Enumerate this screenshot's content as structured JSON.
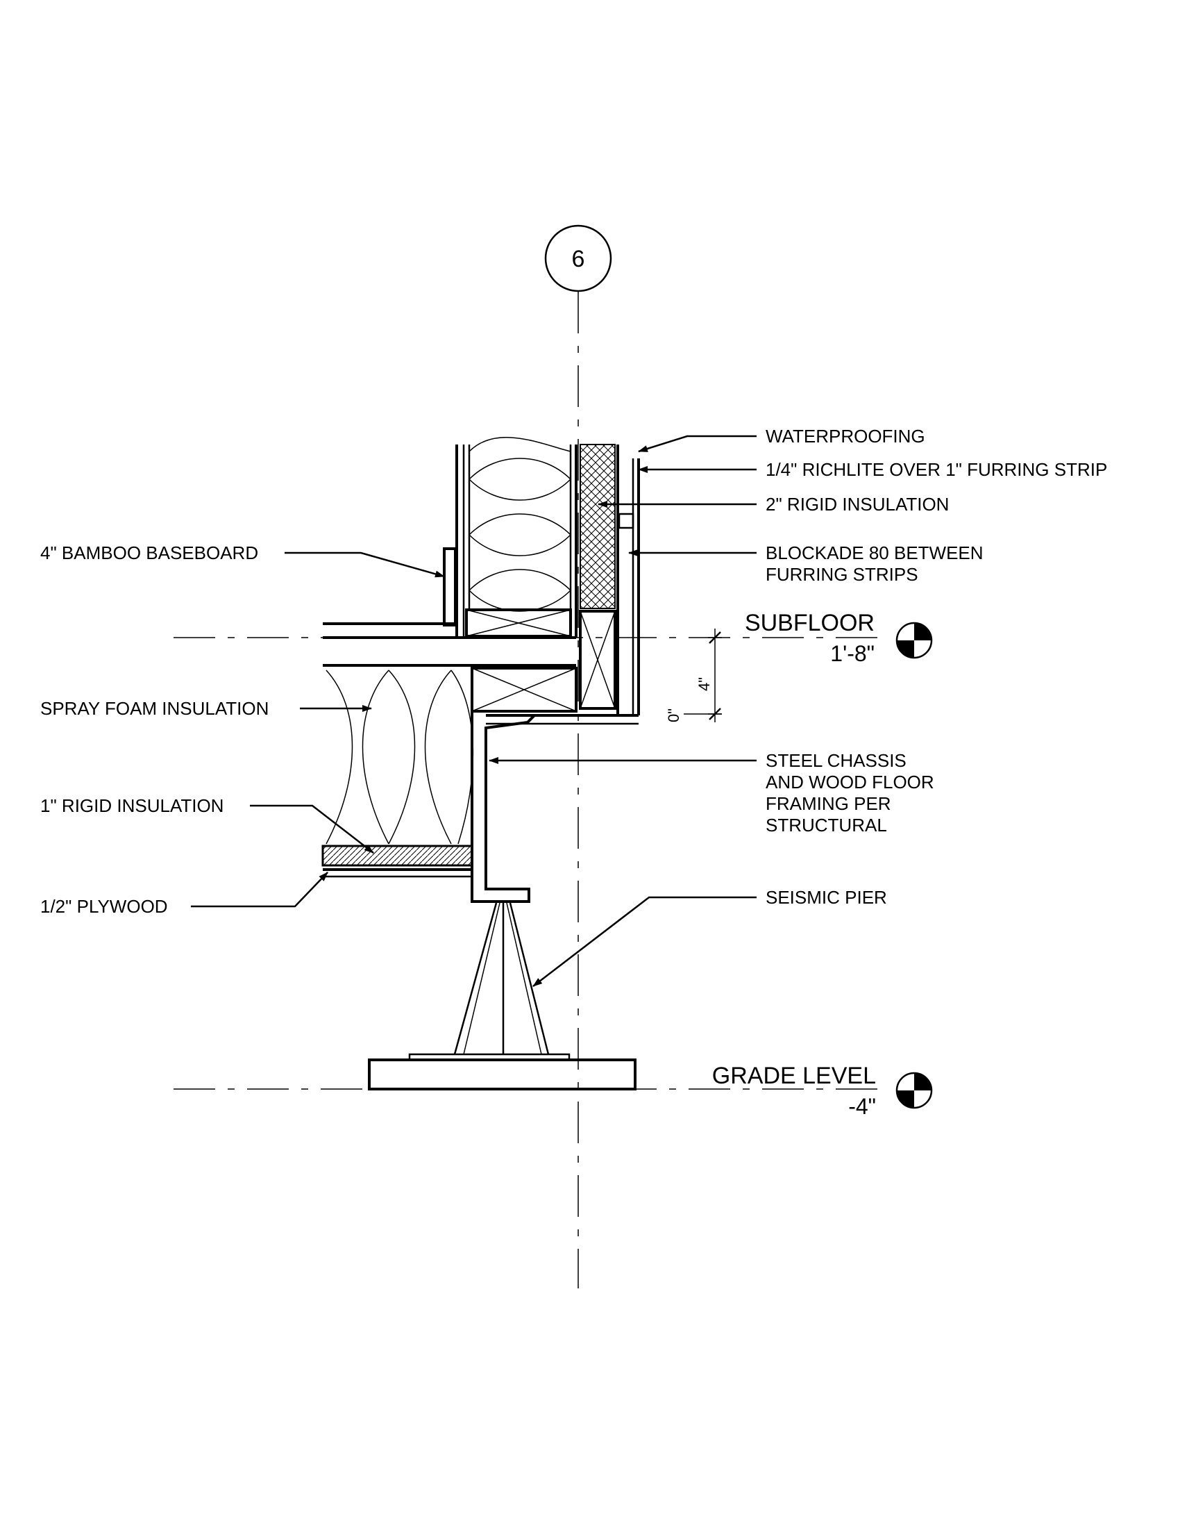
{
  "grid_marker": {
    "label": "6"
  },
  "levels": {
    "subfloor": {
      "name": "SUBFLOOR",
      "elevation": "1'-8\""
    },
    "grade": {
      "name": "GRADE LEVEL",
      "elevation": "-4\""
    }
  },
  "dimensions": {
    "vertical": "4\"",
    "zero": "0\""
  },
  "labels": {
    "waterproofing": "WATERPROOFING",
    "richlite": "1/4\" RICHLITE OVER 1\" FURRING STRIP",
    "rigid_2in": "2\" RIGID INSULATION",
    "blockade_line1": "BLOCKADE 80 BETWEEN",
    "blockade_line2": "FURRING STRIPS",
    "baseboard": "4\" BAMBOO BASEBOARD",
    "spray_foam": "SPRAY FOAM INSULATION",
    "steel_line1": "STEEL CHASSIS",
    "steel_line2": "AND WOOD FLOOR",
    "steel_line3": "FRAMING PER",
    "steel_line4": "STRUCTURAL",
    "rigid_1in": "1\" RIGID INSULATION",
    "plywood": "1/2\" PLYWOOD",
    "seismic_pier": "SEISMIC PIER"
  }
}
